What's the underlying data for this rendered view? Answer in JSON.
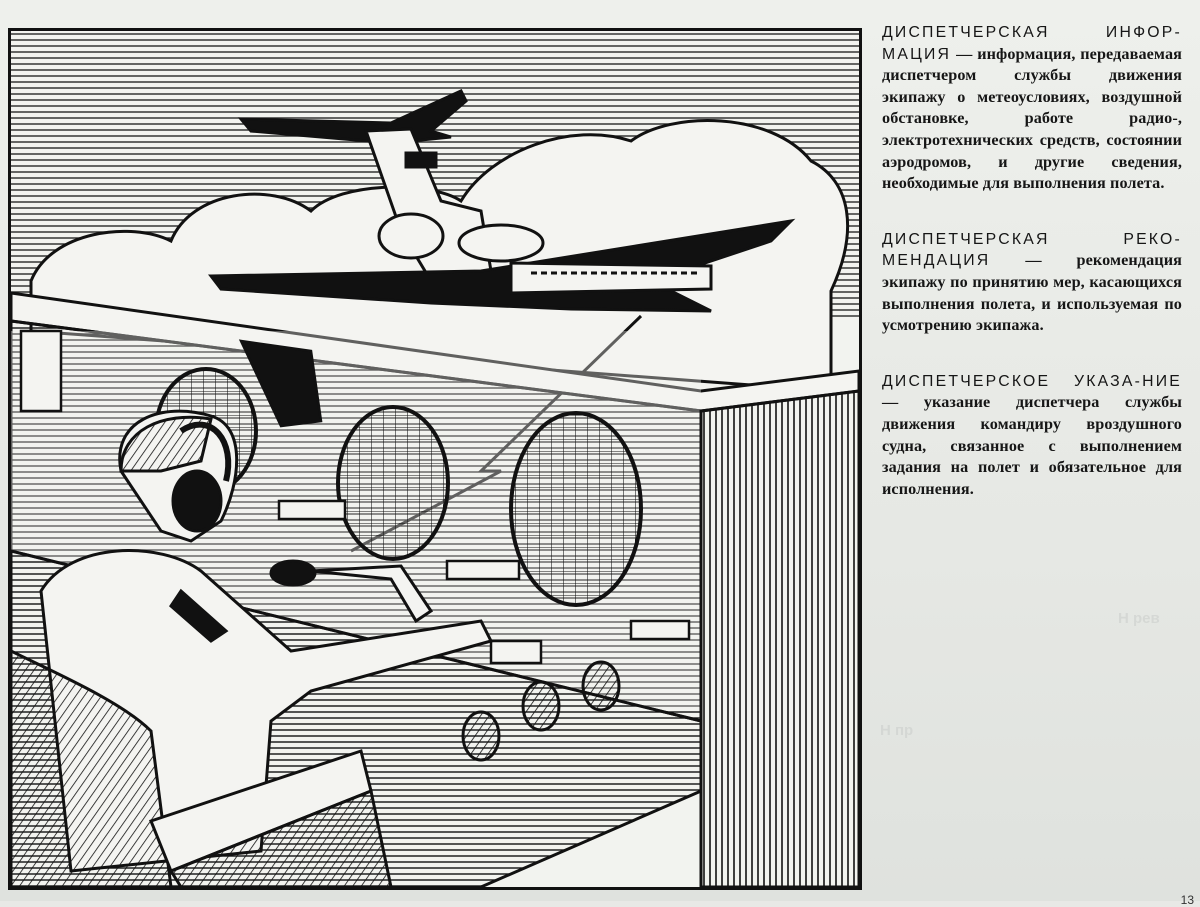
{
  "entries": [
    {
      "term": "ДИСПЕТЧЕРСКАЯ ИНФОР-МАЦИЯ",
      "definition": "— информация, передаваемая диспетчером службы движения экипажу о метеоусловиях, воздушной обстановке, работе радио-, электротехнических средств, состоянии аэродромов, и другие сведения, необходимые для выполнения полета."
    },
    {
      "term": "ДИСПЕТЧЕРСКАЯ РЕКО-МЕНДАЦИЯ",
      "definition": "— рекомендация экипажу по принятию мер, касающихся выполнения полета, и используемая по усмотрению экипажа."
    },
    {
      "term": "ДИСПЕТЧЕРСКОЕ УКАЗА-НИЕ",
      "definition": "— указание диспетчера службы движения командиру вроздушного судна, связанное с выполнением задания на полет и обязательное для исполнения."
    }
  ],
  "show_through": [
    "Н рев",
    "Н пр"
  ],
  "page_number": "13"
}
